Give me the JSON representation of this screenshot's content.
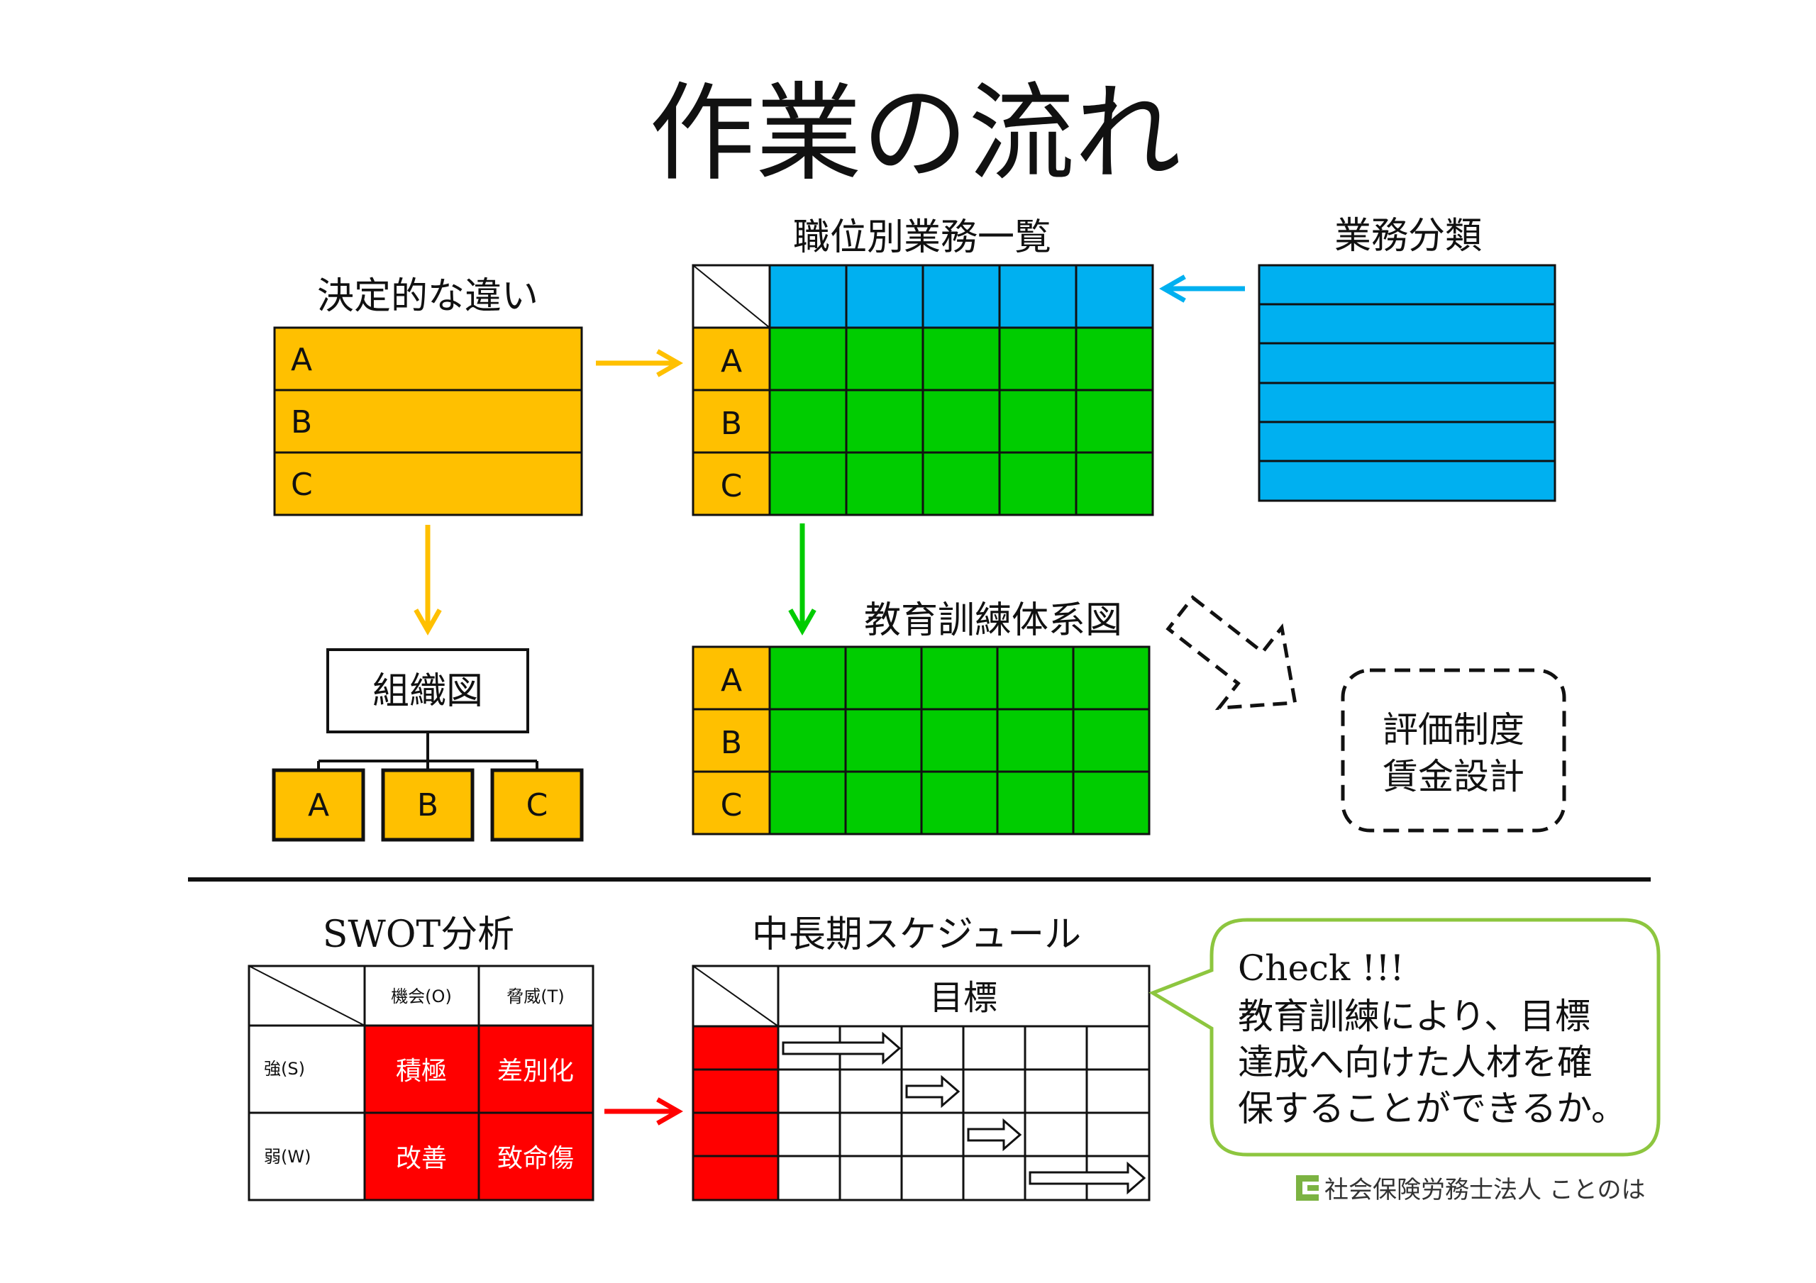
{
  "title": "作業の流れ",
  "colors": {
    "orange": "#FFC000",
    "green": "#00CC00",
    "blue": "#00B0F0",
    "red": "#FF0000",
    "callout_border": "#8DC63F",
    "logo_green": "#7CB342"
  },
  "decisive": {
    "label": "決定的な違い",
    "rows": [
      "A",
      "B",
      "C"
    ]
  },
  "job_list": {
    "label": "職位別業務一覧",
    "rows": [
      "A",
      "B",
      "C"
    ]
  },
  "task_class": {
    "label": "業務分類"
  },
  "training": {
    "label": "教育訓練体系図",
    "rows": [
      "A",
      "B",
      "C"
    ]
  },
  "org_chart": {
    "label": "組織図",
    "children": [
      "A",
      "B",
      "C"
    ]
  },
  "evaluation": {
    "line1": "評価制度",
    "line2": "賃金設計"
  },
  "swot": {
    "label": "SWOT分析",
    "col_headers": [
      "機会(O)",
      "脅威(T)"
    ],
    "row_headers": [
      "強(S)",
      "弱(W)"
    ],
    "cells": [
      [
        "積極",
        "差別化"
      ],
      [
        "改善",
        "致命傷"
      ]
    ]
  },
  "schedule": {
    "label": "中長期スケジュール",
    "header": "目標"
  },
  "callout": {
    "line1": "Check !!!",
    "line2": "教育訓練により、目標",
    "line3": "達成へ向けた人材を確",
    "line4": "保することができるか。"
  },
  "footer": {
    "logo_text": "社会保険労務士法人 ことのは"
  }
}
